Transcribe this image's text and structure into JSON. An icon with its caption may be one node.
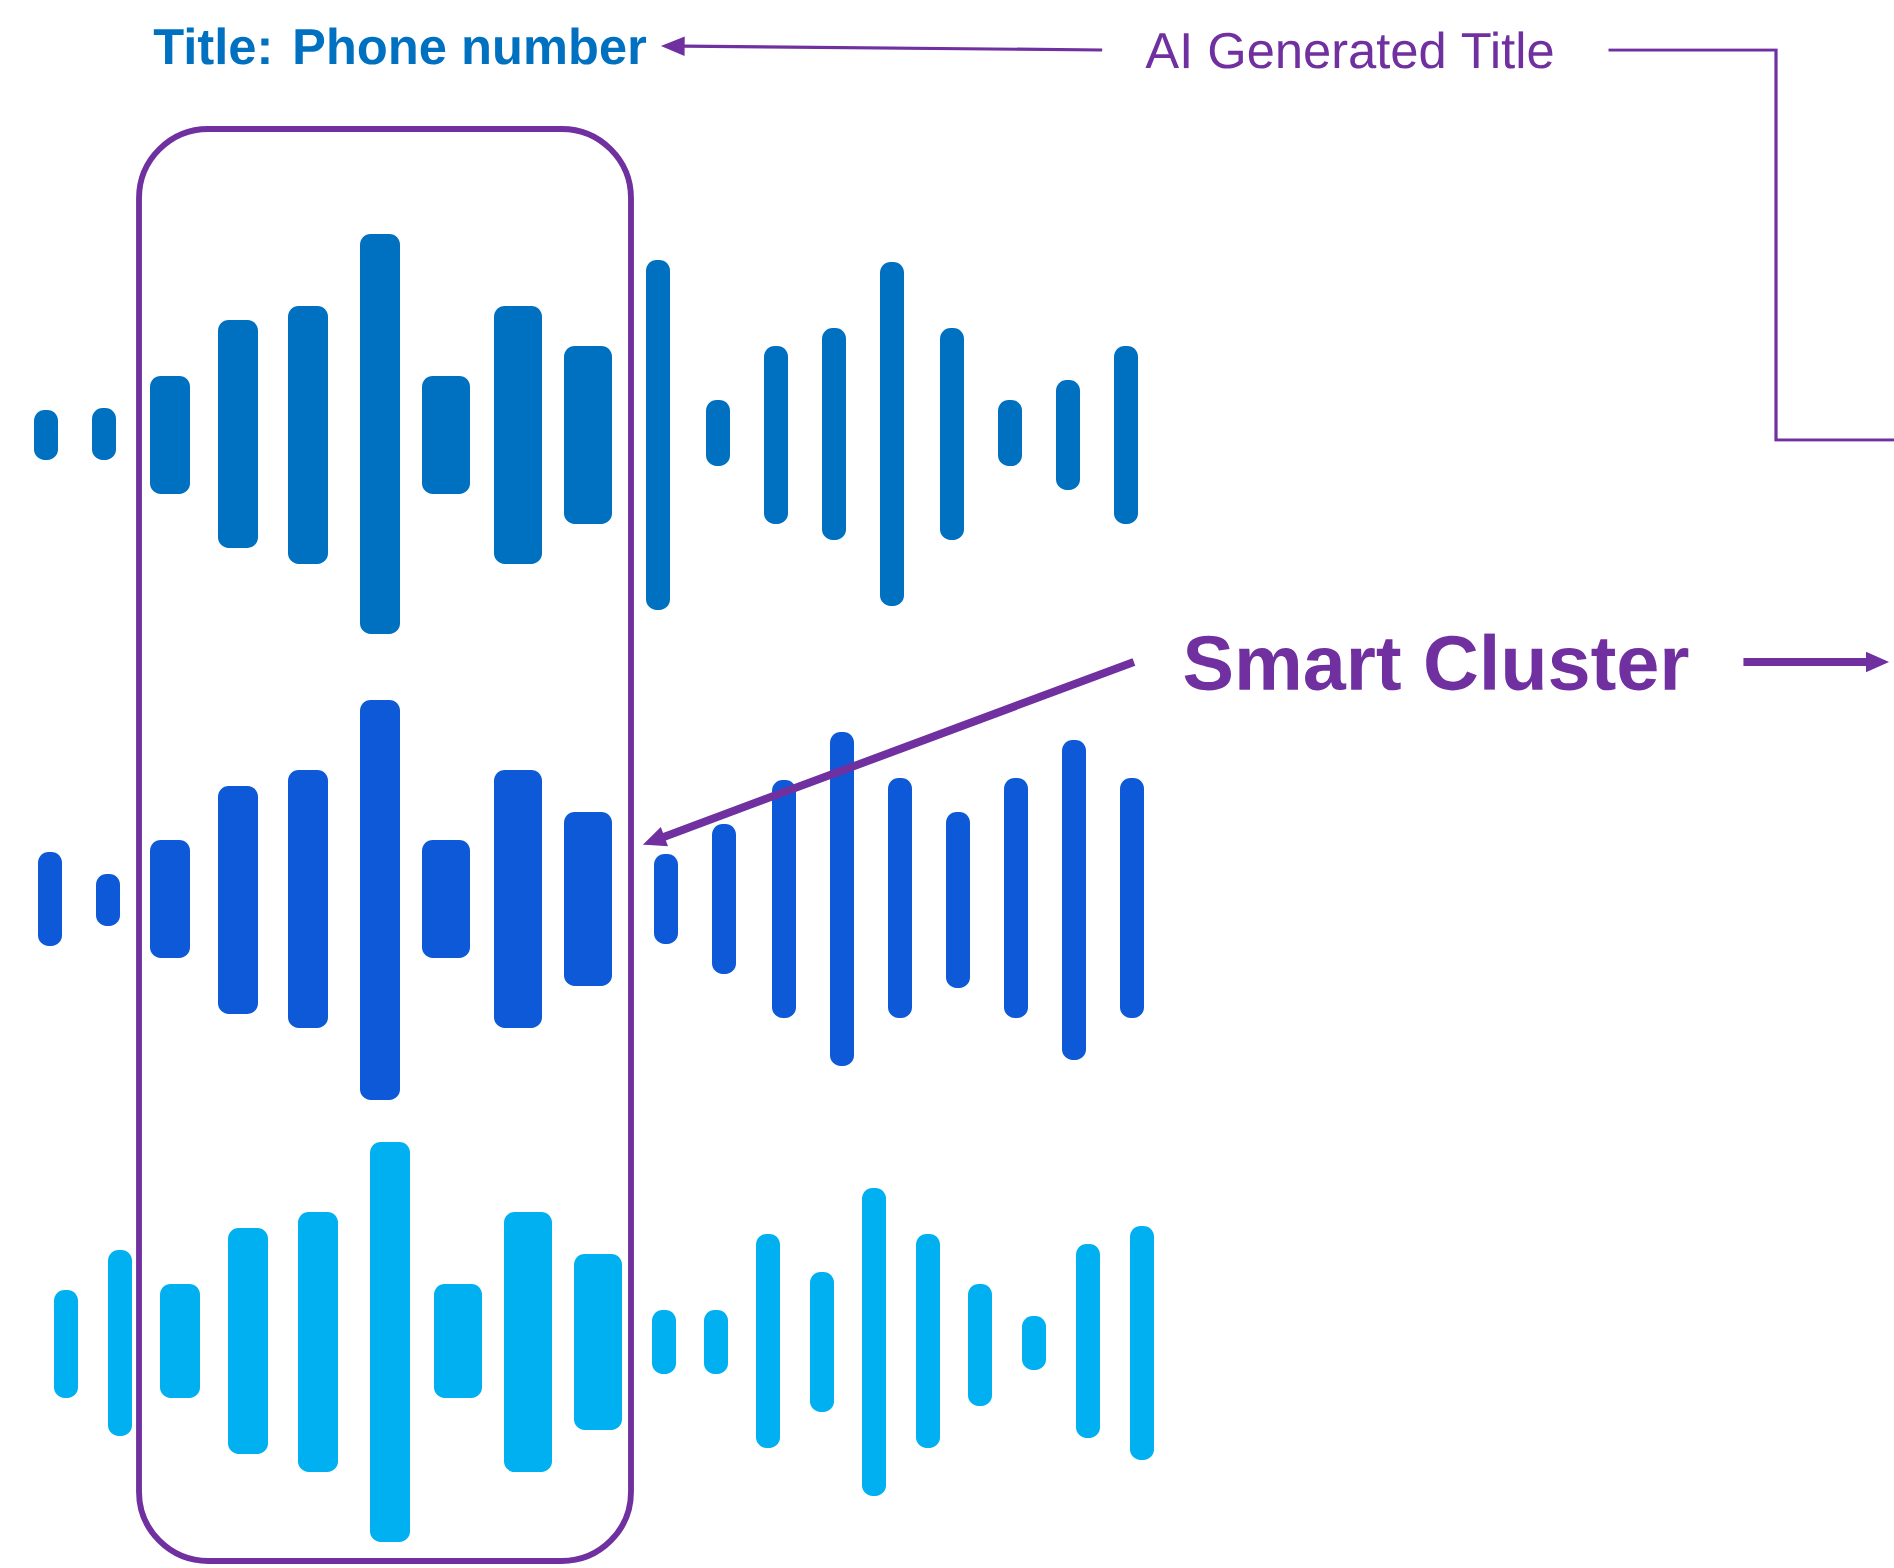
{
  "diagram": {
    "nodes": [
      {
        "text": [
          "Title: Phone number"
        ]
      },
      {
        "text": [
          "AI Generated Title"
        ]
      },
      {
        "text": [
          "Smart Cluster"
        ]
      },
      {
        "text": [],
        "shape": "box"
      }
    ],
    "edges": [
      {
        "from": 1,
        "to": 0,
        "arrow": "to"
      },
      {
        "from": 1,
        "to": null,
        "arrow": "none"
      },
      {
        "from": 2,
        "to": 3,
        "arrow": "to",
        "style": "thick"
      },
      {
        "from": 2,
        "to": null,
        "arrow": "to",
        "style": "thick"
      }
    ]
  }
}
